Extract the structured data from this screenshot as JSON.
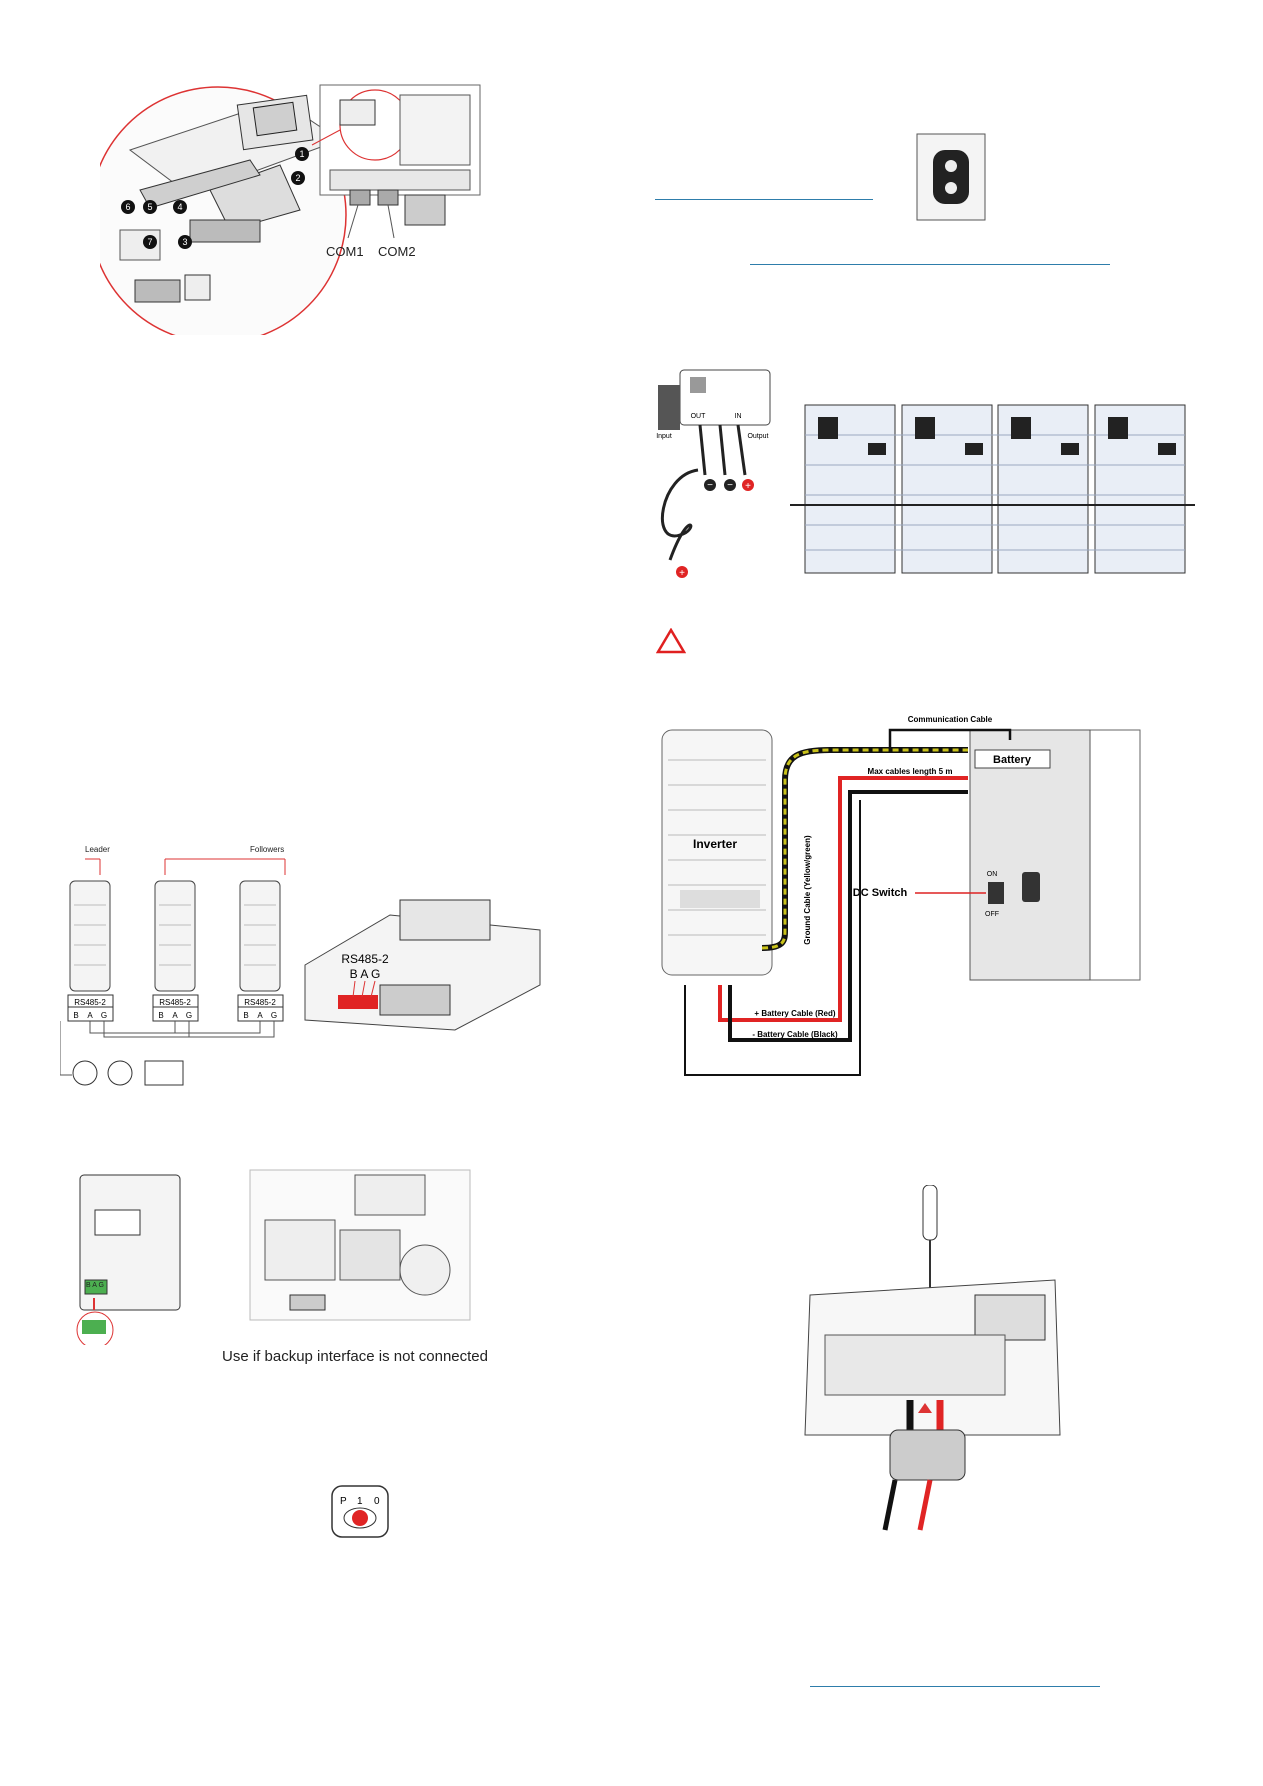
{
  "board_figure": {
    "callouts": [
      "1",
      "2",
      "3",
      "4",
      "5",
      "6",
      "7"
    ],
    "com1": "COM1",
    "com2": "COM2"
  },
  "leader_follower": {
    "leader": "Leader",
    "followers": "Followers",
    "rs485_label": "RS485-2",
    "terminals": [
      "B",
      "A",
      "G"
    ],
    "board_label": "RS485-2",
    "board_terminals": "B A G"
  },
  "meter_figure": {
    "meter_terminals": "B A G",
    "caption": "Use if backup interface is not connected"
  },
  "switch_icon": {
    "labels": [
      "P",
      "1",
      "0"
    ]
  },
  "optimizer_figure": {
    "out": "OUT",
    "in": "IN",
    "input": "Input",
    "output": "Output",
    "minus": "−",
    "plus": "+"
  },
  "battery_figure": {
    "communication_cable": "Communication Cable",
    "max_length": "Max cables length 5 m",
    "battery": "Battery",
    "inverter": "Inverter",
    "ground_cable": "Ground Cable (Yellow/green)",
    "dc_switch": "DC Switch",
    "on": "ON",
    "off": "OFF",
    "battery_cable_red": "+ Battery Cable (Red)",
    "battery_cable_black": "- Battery Cable (Black)"
  },
  "colors": {
    "accent_line": "#2e7dab",
    "warning": "#e02020",
    "cable_red": "#e02424",
    "cable_ground": "#c9c21a"
  }
}
